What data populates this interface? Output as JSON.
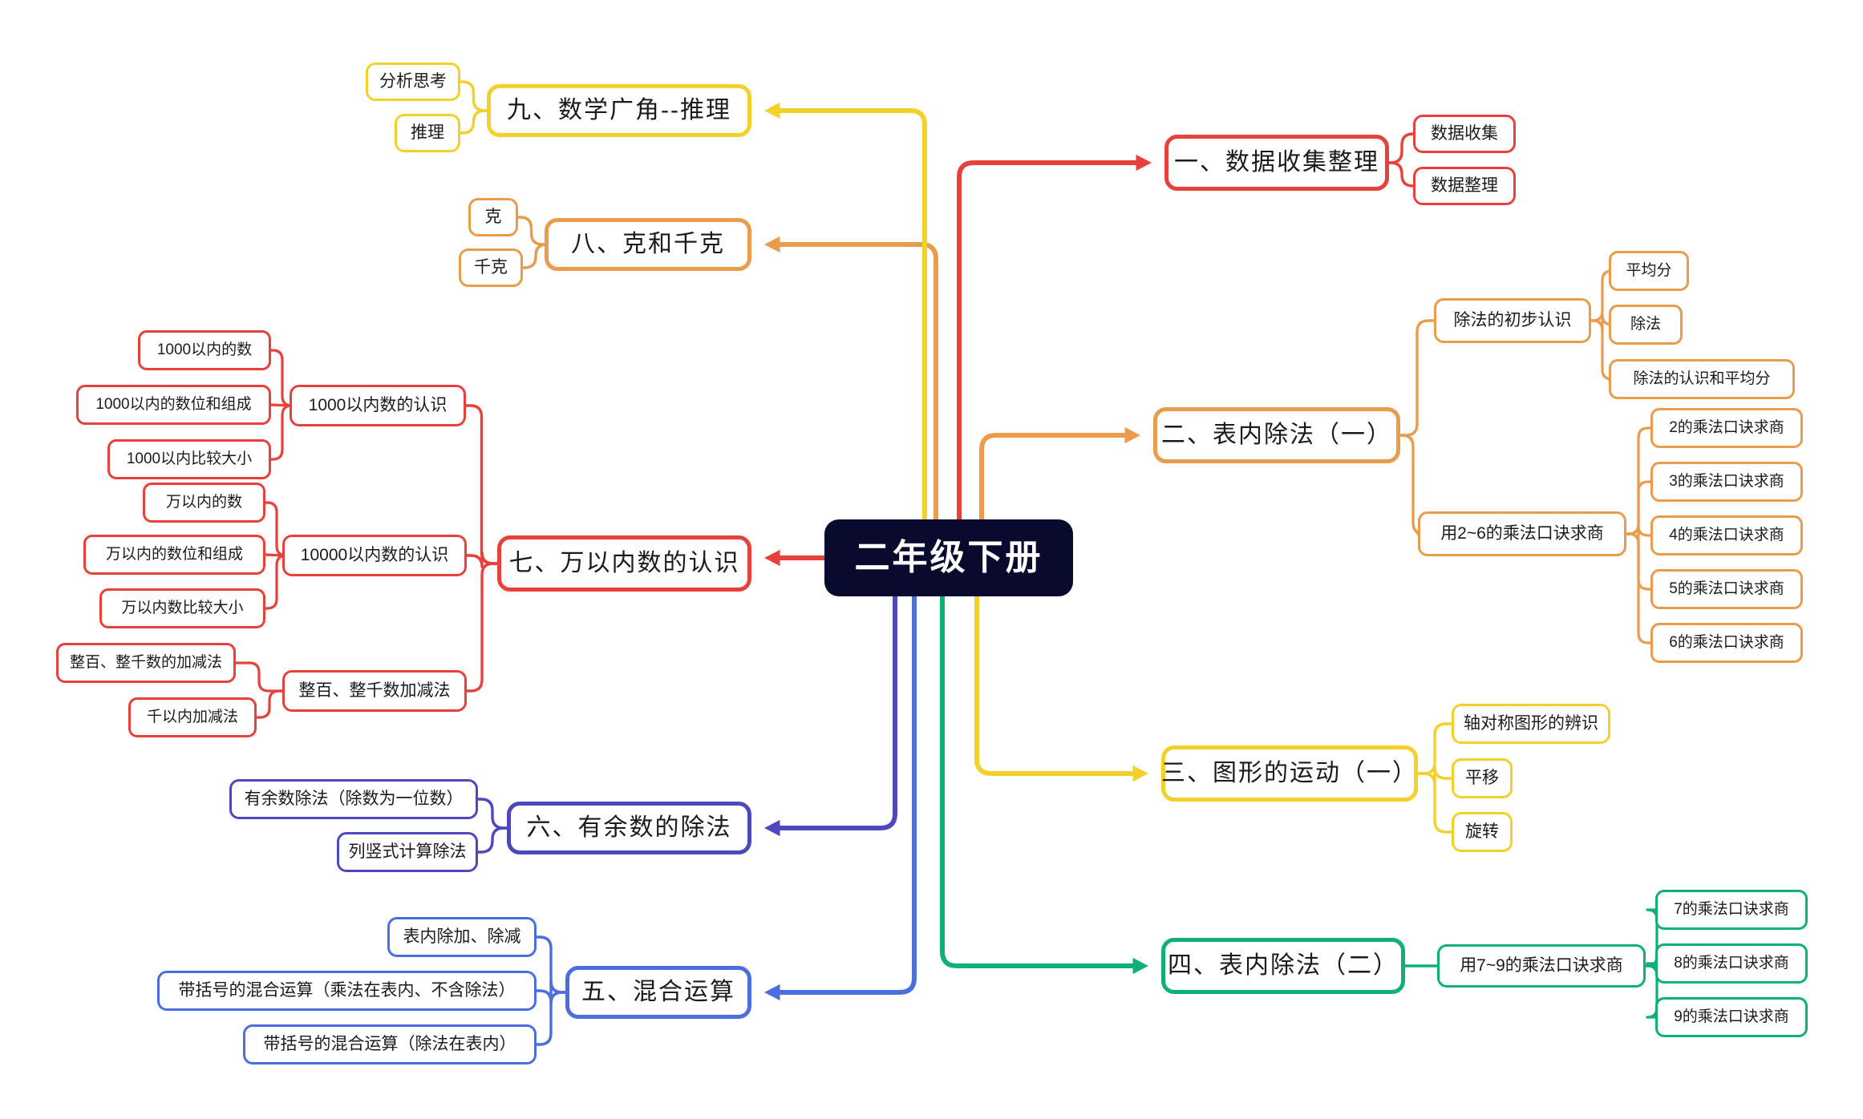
{
  "title": "二年级下册",
  "colors": {
    "red": "#e8413c",
    "orange": "#ea9b4c",
    "yellow": "#f3d02a",
    "green": "#0cb173",
    "blue": "#4a6ee0",
    "indigo": "#4d48c0",
    "central_bg": "#0a0a2e",
    "central_text": "#ffffff",
    "node_text": "#1b1b1b",
    "node_bg": "#ffffff"
  },
  "branches": [
    {
      "id": "b1",
      "color": "red",
      "label": "一、数据收集整理",
      "children": [
        {
          "label": "数据收集",
          "children": []
        },
        {
          "label": "数据整理",
          "children": []
        }
      ]
    },
    {
      "id": "b2",
      "color": "orange",
      "label": "二、表内除法（一）",
      "children": [
        {
          "label": "除法的初步认识",
          "children": [
            "平均分",
            "除法",
            "除法的认识和平均分"
          ]
        },
        {
          "label": "用2~6的乘法口诀求商",
          "children": [
            "2的乘法口诀求商",
            "3的乘法口诀求商",
            "4的乘法口诀求商",
            "5的乘法口诀求商",
            "6的乘法口诀求商"
          ]
        }
      ]
    },
    {
      "id": "b3",
      "color": "yellow",
      "label": "三、图形的运动（一）",
      "children": [
        {
          "label": "轴对称图形的辨识",
          "children": []
        },
        {
          "label": "平移",
          "children": []
        },
        {
          "label": "旋转",
          "children": []
        }
      ]
    },
    {
      "id": "b4",
      "color": "green",
      "label": "四、表内除法（二）",
      "children": [
        {
          "label": "用7~9的乘法口诀求商",
          "children": [
            "7的乘法口诀求商",
            "8的乘法口诀求商",
            "9的乘法口诀求商"
          ]
        }
      ]
    },
    {
      "id": "b5",
      "color": "blue",
      "label": "五、混合运算",
      "children": [
        {
          "label": "表内除加、除减",
          "children": []
        },
        {
          "label": "带括号的混合运算（乘法在表内、不含除法）",
          "children": []
        },
        {
          "label": "带括号的混合运算（除法在表内）",
          "children": []
        }
      ]
    },
    {
      "id": "b6",
      "color": "indigo",
      "label": "六、有余数的除法",
      "children": [
        {
          "label": "有余数除法（除数为一位数）",
          "children": []
        },
        {
          "label": "列竖式计算除法",
          "children": []
        }
      ]
    },
    {
      "id": "b7",
      "color": "red",
      "label": "七、万以内数的认识",
      "children": [
        {
          "label": "1000以内数的认识",
          "children": [
            "1000以内的数",
            "1000以内的数位和组成",
            "1000以内比较大小"
          ]
        },
        {
          "label": "10000以内数的认识",
          "children": [
            "万以内的数",
            "万以内的数位和组成",
            "万以内数比较大小"
          ]
        },
        {
          "label": "整百、整千数加减法",
          "children": [
            "整百、整千数的加减法",
            "千以内加减法"
          ]
        }
      ]
    },
    {
      "id": "b8",
      "color": "orange",
      "label": "八、克和千克",
      "children": [
        {
          "label": "克",
          "children": []
        },
        {
          "label": "千克",
          "children": []
        }
      ]
    },
    {
      "id": "b9",
      "color": "yellow",
      "label": "九、数学广角--推理",
      "children": [
        {
          "label": "分析思考",
          "children": []
        },
        {
          "label": "推理",
          "children": []
        }
      ]
    }
  ]
}
